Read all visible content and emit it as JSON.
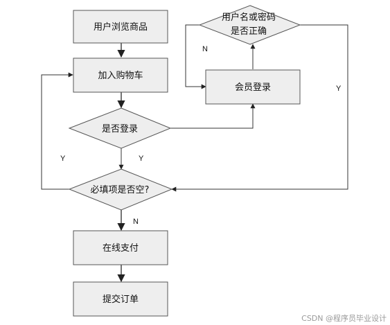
{
  "nodes": {
    "browse": "用户浏览商品",
    "add_cart": "加入购物车",
    "is_logged_in": "是否登录",
    "check_required": "必填项是否空?",
    "pay_online": "在线支付",
    "submit_order": "提交订单",
    "member_login": "会员登录",
    "check_credentials_line1": "用户名或密码",
    "check_credentials_line2": "是否正确"
  },
  "edge_labels": {
    "logged_in_yes": "Y",
    "loop_back_yes": "Y",
    "required_no": "N",
    "credentials_no": "N",
    "credentials_yes": "Y"
  },
  "watermark": "CSDN @程序员毕业设计"
}
